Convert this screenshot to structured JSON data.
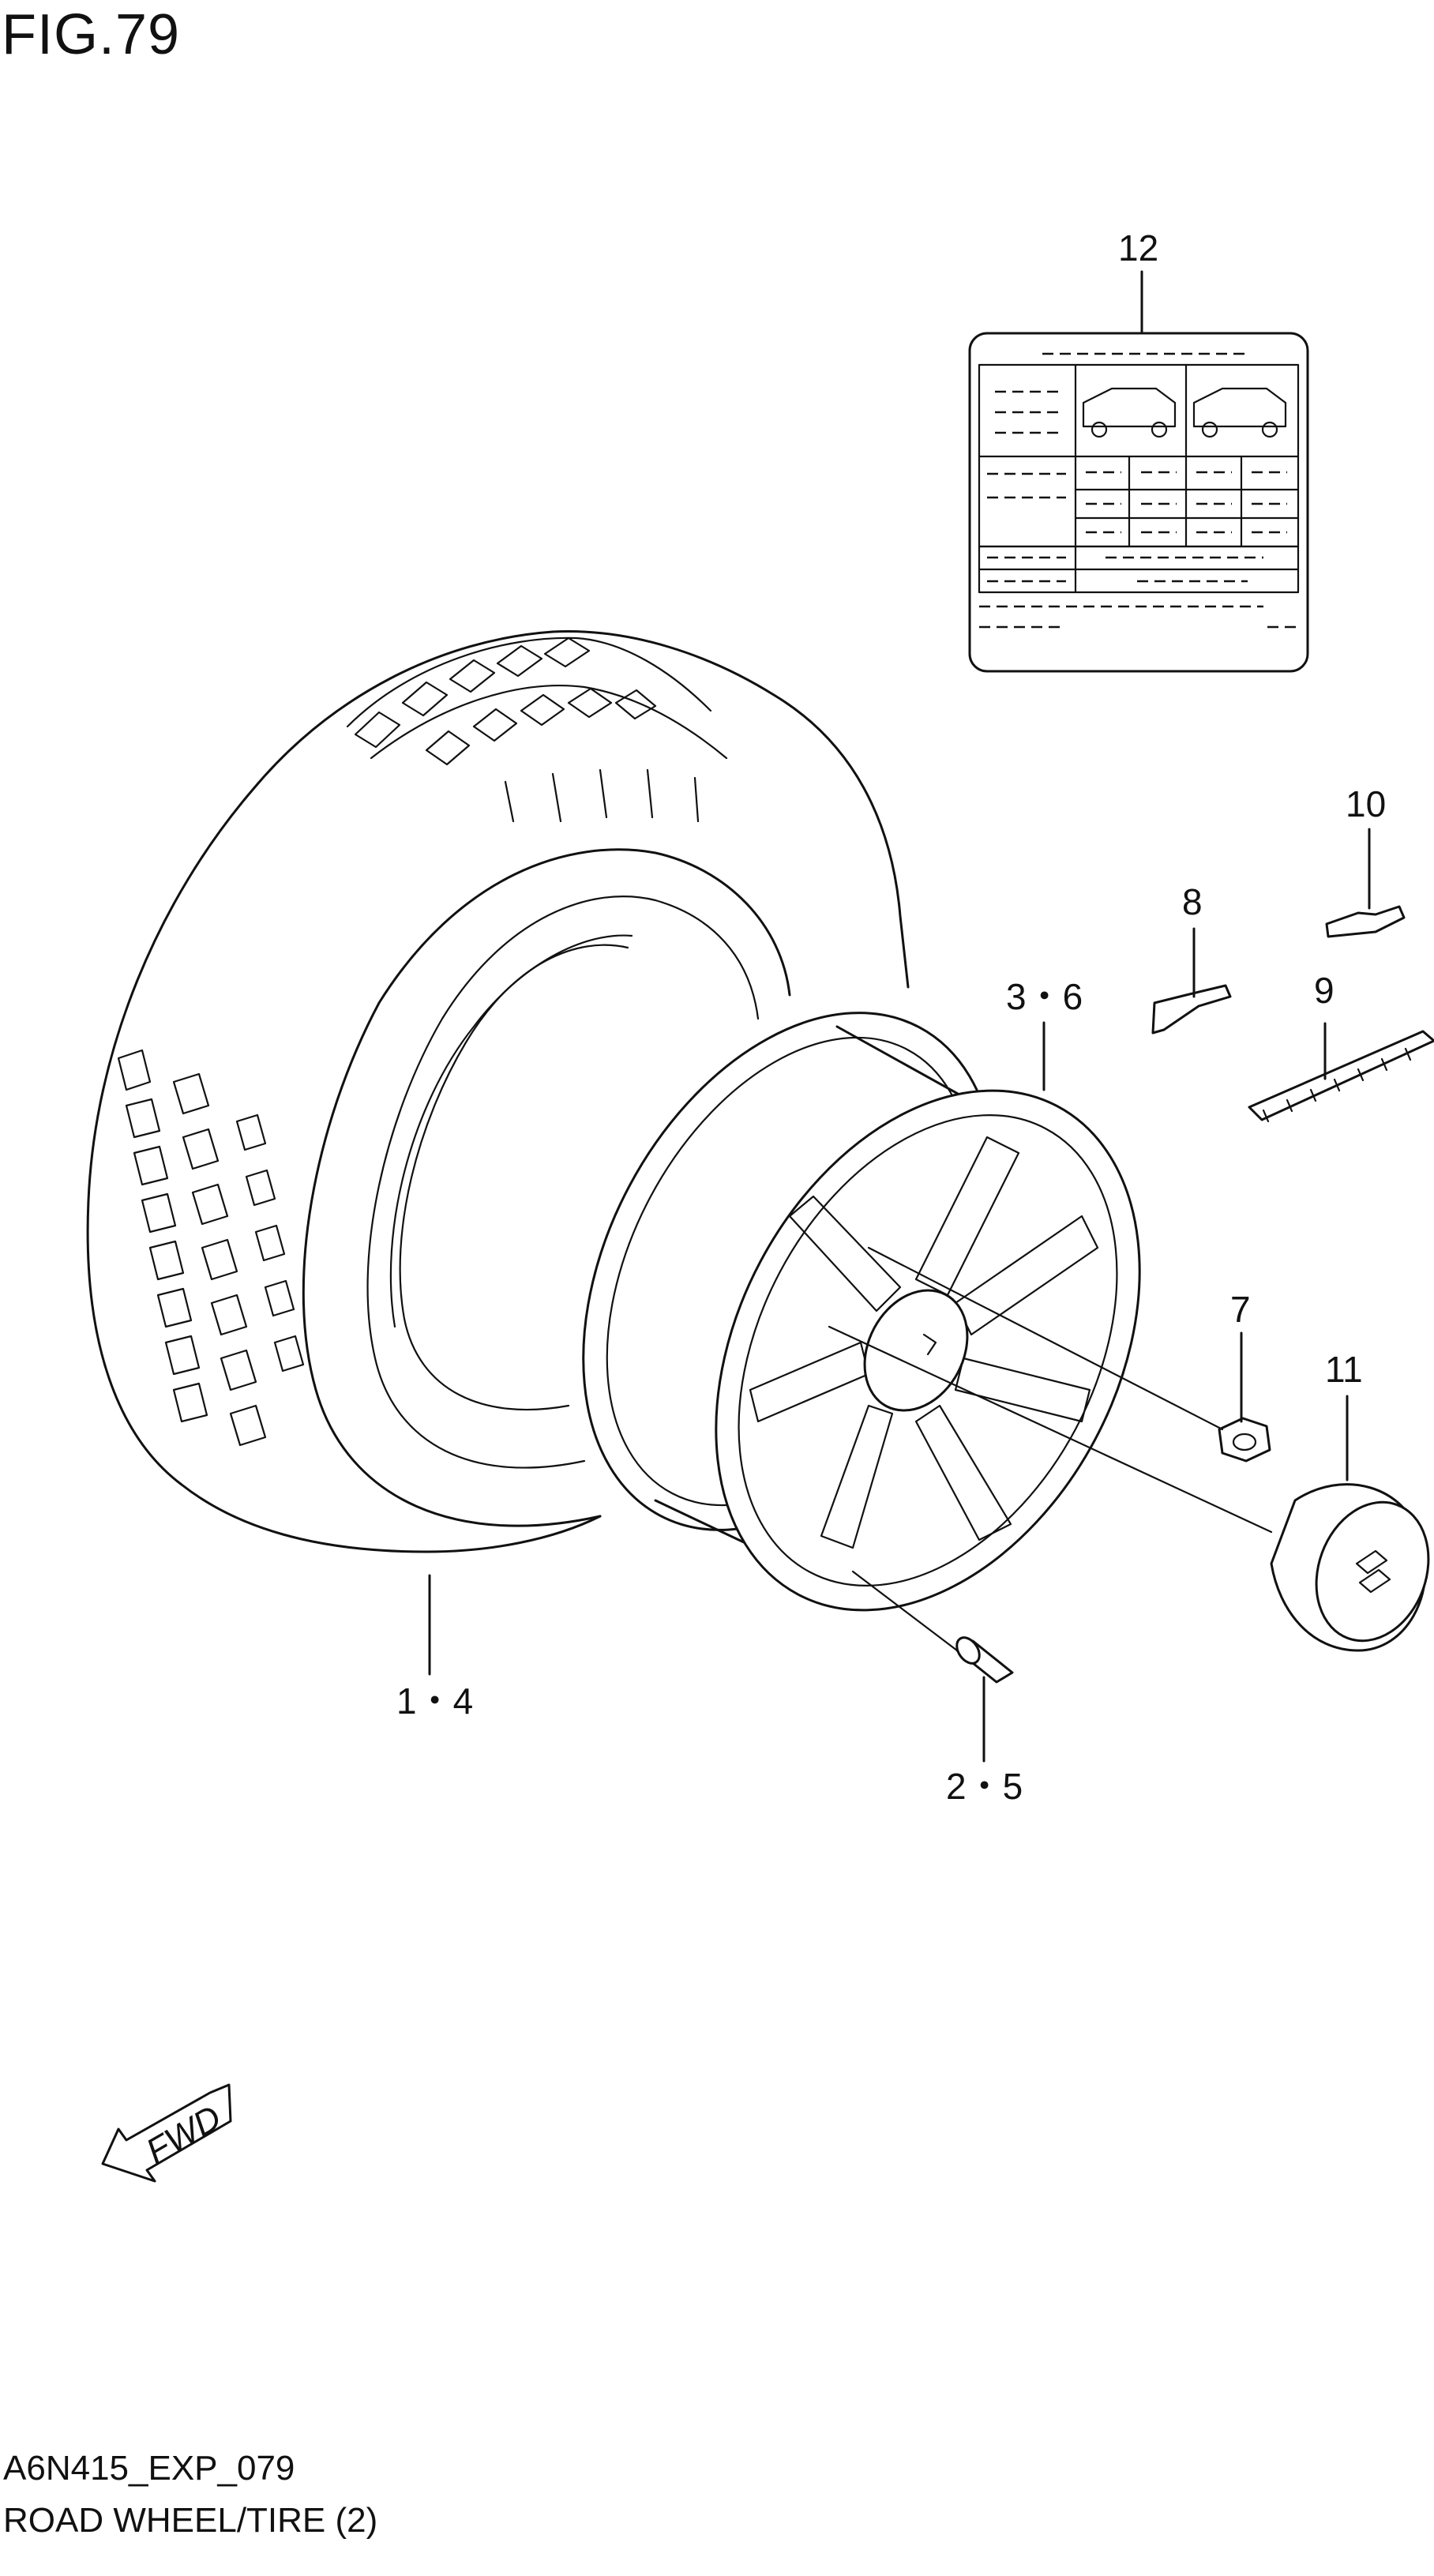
{
  "figure": {
    "title": "FIG.79",
    "code": "A6N415_EXP_079",
    "name": "ROAD WHEEL/TIRE (2)"
  },
  "callouts": [
    {
      "id": "tire",
      "label": "1・4"
    },
    {
      "id": "valve",
      "label": "2・5"
    },
    {
      "id": "wheel",
      "label": "3・6"
    },
    {
      "id": "nut",
      "label": "7"
    },
    {
      "id": "weight-clip",
      "label": "8"
    },
    {
      "id": "weight-adhesive",
      "label": "9"
    },
    {
      "id": "weight-clip-2",
      "label": "10"
    },
    {
      "id": "center-cap",
      "label": "11"
    },
    {
      "id": "tire-label",
      "label": "12"
    }
  ],
  "fwd_arrow": {
    "text": "FWD"
  }
}
